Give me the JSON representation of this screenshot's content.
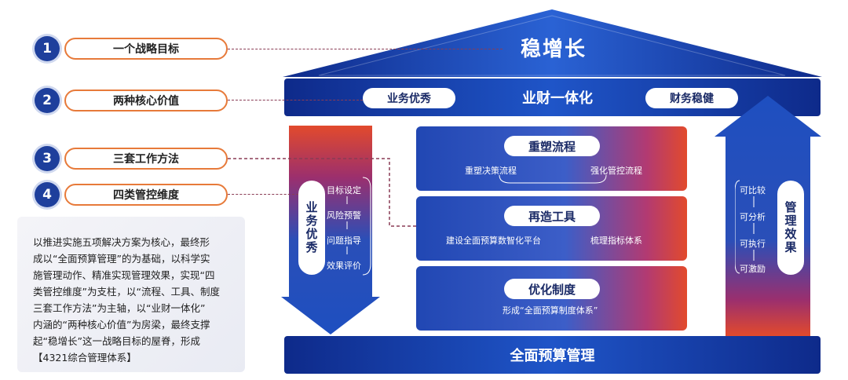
{
  "roof": {
    "title": "稳增长"
  },
  "beam": {
    "title": "业财一体化",
    "left_pill": "业务优秀",
    "right_pill": "财务稳健"
  },
  "base": {
    "title": "全面预算管理"
  },
  "labels": [
    {
      "num": "1",
      "text": "一个战略目标"
    },
    {
      "num": "2",
      "text": "两种核心价值"
    },
    {
      "num": "3",
      "text": "三套工作方法"
    },
    {
      "num": "4",
      "text": "四类管控维度"
    }
  ],
  "left_pillar": {
    "title": "业务优秀",
    "items": [
      "目标设定",
      "风险预警",
      "问题指导",
      "效果评价"
    ]
  },
  "right_pillar": {
    "title": "管理效果",
    "items": [
      "可比较",
      "可分析",
      "可执行",
      "可激励"
    ]
  },
  "cards": [
    {
      "title": "重塑流程",
      "left": "重塑决策流程",
      "right": "强化管控流程"
    },
    {
      "title": "再造工具",
      "left": "建设全面预算数智化平台",
      "right": "梳理指标体系"
    },
    {
      "title": "优化制度",
      "center": "形成“全面预算制度体系”"
    }
  ],
  "note": {
    "lines": [
      "以推进实施五项解决方案为核心，最终形",
      "成以“全面预算管理”的为基础，以科学实",
      "施管理动作、精准实现管理效果，实现“四",
      "类管控维度”为支柱，以“流程、工具、制度",
      "三套工作方法”为主轴，以“业财一体化”",
      "内涵的“两种核心价值”为房梁，最终支撑",
      "起“稳增长”这一战略目标的屋脊，形成",
      "【4321综合管理体系】"
    ]
  },
  "colors": {
    "primary_blue": "#1e3f9c",
    "orange": "#e77a3a",
    "red": "#e24a2c"
  }
}
